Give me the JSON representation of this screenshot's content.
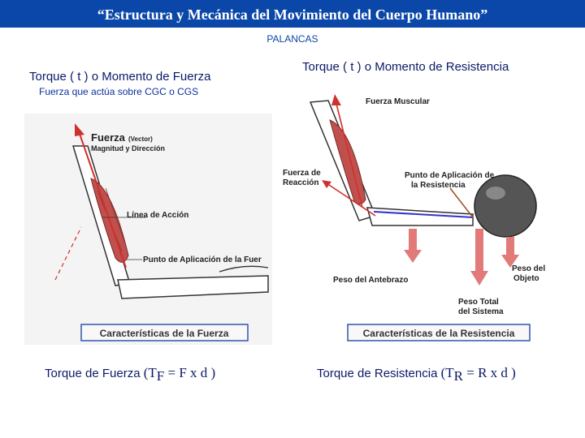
{
  "header": {
    "title": "“Estructura y Mecánica del Movimiento del Cuerpo Humano”",
    "subtitle": "PALANCAS"
  },
  "left": {
    "heading": "Torque ( t ) o Momento de Fuerza",
    "subheading": "Fuerza que actúa sobre CGC o CGS",
    "figure": {
      "label_force": "Fuerza",
      "label_vector": "(Vector)",
      "label_magnitude": "Magnitud y Dirección",
      "label_line": "Línea de Acción",
      "label_point": "Punto de Aplicación de la Fuer",
      "caption": "Características de la Fuerza"
    },
    "formula": {
      "prefix": "Torque de Fuerza",
      "open": "(T",
      "sub": "F",
      "rest": " = F x d )"
    }
  },
  "right": {
    "heading": "Torque ( t ) o Momento de Resistencia",
    "figure": {
      "label_muscle": "Fuerza Muscular",
      "label_reaction_1": "Fuerza de",
      "label_reaction_2": "Reacción",
      "label_point_1": "Punto de Aplicación de",
      "label_point_2": "la Resistencia",
      "label_forearm": "Peso del Antebrazo",
      "label_object_1": "Peso del",
      "label_object_2": "Objeto",
      "label_total_1": "Peso Total",
      "label_total_2": "del Sistema",
      "caption": "Características de la Resistencia"
    },
    "formula": {
      "prefix": "Torque de Resistencia",
      "open": "(T",
      "sub": "R",
      "rest": " = R x d )"
    }
  },
  "colors": {
    "header_bg": "#0a47a8",
    "text": "#0b1a66",
    "muscle": "#c0504d",
    "arrow_red": "#d0312d",
    "arrow_pink": "#e27a7a"
  }
}
